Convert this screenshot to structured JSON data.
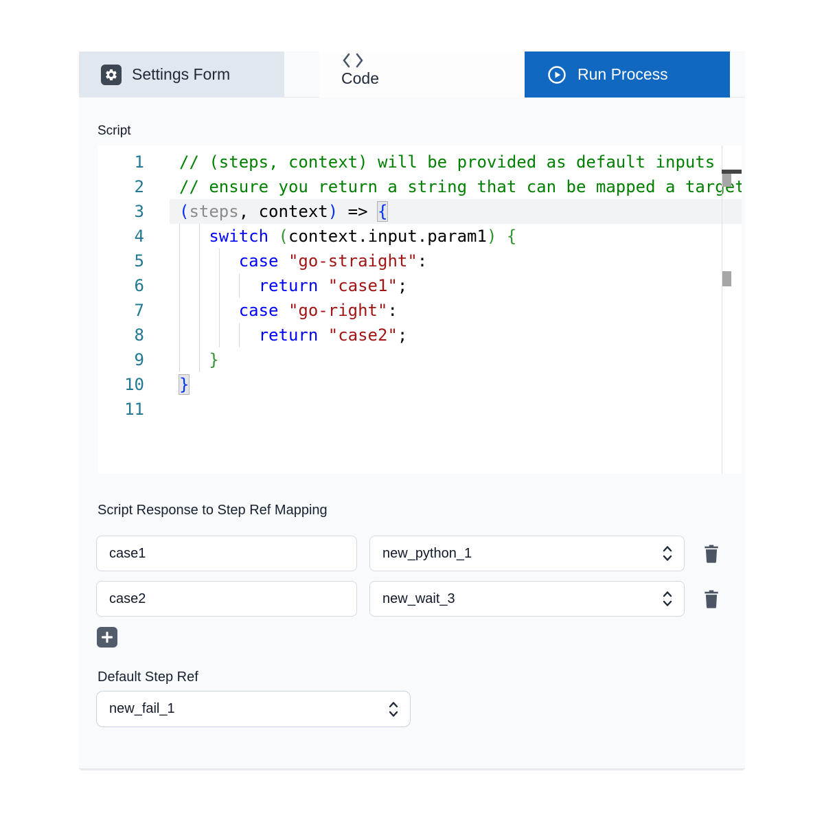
{
  "tabs": {
    "items": [
      {
        "label": "Settings Form",
        "icon": "gear-icon",
        "active": false
      },
      {
        "label": "Code",
        "icon": "code-icon",
        "active": false
      },
      {
        "label": "Run Process",
        "icon": "play-icon",
        "active": true
      }
    ]
  },
  "script_editor": {
    "label": "Script",
    "active_line": "3",
    "lines": [
      {
        "n": "1",
        "guides": 0,
        "tokens": [
          {
            "c": "cmt",
            "t": "// (steps, context) will be provided as default inputs"
          }
        ]
      },
      {
        "n": "2",
        "guides": 0,
        "tokens": [
          {
            "c": "cmt",
            "t": "// ensure you return a string that can be mapped a target"
          }
        ]
      },
      {
        "n": "3",
        "guides": 0,
        "tokens": [
          {
            "c": "b1",
            "t": "("
          },
          {
            "c": "dim",
            "t": "steps"
          },
          {
            "c": "pln",
            "t": ", context"
          },
          {
            "c": "b1",
            "t": ")"
          },
          {
            "c": "pln",
            "t": " => "
          },
          {
            "c": "b1 match",
            "t": "{"
          }
        ]
      },
      {
        "n": "4",
        "guides": 2,
        "tokens": [
          {
            "c": "pln",
            "t": "   "
          },
          {
            "c": "kw",
            "t": "switch"
          },
          {
            "c": "pln",
            "t": " "
          },
          {
            "c": "b2",
            "t": "("
          },
          {
            "c": "pln",
            "t": "context.input.param1"
          },
          {
            "c": "b2",
            "t": ")"
          },
          {
            "c": "pln",
            "t": " "
          },
          {
            "c": "b2",
            "t": "{"
          }
        ]
      },
      {
        "n": "5",
        "guides": 3,
        "tokens": [
          {
            "c": "pln",
            "t": "      "
          },
          {
            "c": "kw",
            "t": "case"
          },
          {
            "c": "pln",
            "t": " "
          },
          {
            "c": "str",
            "t": "\"go-straight\""
          },
          {
            "c": "pln",
            "t": ":"
          }
        ]
      },
      {
        "n": "6",
        "guides": 4,
        "tokens": [
          {
            "c": "pln",
            "t": "        "
          },
          {
            "c": "kw",
            "t": "return"
          },
          {
            "c": "pln",
            "t": " "
          },
          {
            "c": "str",
            "t": "\"case1\""
          },
          {
            "c": "pln",
            "t": ";"
          }
        ]
      },
      {
        "n": "7",
        "guides": 3,
        "tokens": [
          {
            "c": "pln",
            "t": "      "
          },
          {
            "c": "kw",
            "t": "case"
          },
          {
            "c": "pln",
            "t": " "
          },
          {
            "c": "str",
            "t": "\"go-right\""
          },
          {
            "c": "pln",
            "t": ":"
          }
        ]
      },
      {
        "n": "8",
        "guides": 4,
        "tokens": [
          {
            "c": "pln",
            "t": "        "
          },
          {
            "c": "kw",
            "t": "return"
          },
          {
            "c": "pln",
            "t": " "
          },
          {
            "c": "str",
            "t": "\"case2\""
          },
          {
            "c": "pln",
            "t": ";"
          }
        ]
      },
      {
        "n": "9",
        "guides": 2,
        "tokens": [
          {
            "c": "pln",
            "t": "   "
          },
          {
            "c": "b2",
            "t": "}"
          }
        ]
      },
      {
        "n": "10",
        "guides": 0,
        "tokens": [
          {
            "c": "b1 match",
            "t": "}"
          }
        ]
      },
      {
        "n": "11",
        "guides": 0,
        "tokens": []
      }
    ]
  },
  "mapping": {
    "title": "Script Response to Step Ref Mapping",
    "rows": [
      {
        "response": "case1",
        "step_ref": "new_python_1"
      },
      {
        "response": "case2",
        "step_ref": "new_wait_3"
      }
    ]
  },
  "default_step": {
    "label": "Default Step Ref",
    "value": "new_fail_1"
  },
  "colors": {
    "panel_bg": "#f8fafc",
    "active_tab_blue": "#1168c1",
    "settings_tab_bg": "#e1e7ee",
    "comment": "#008000",
    "keyword": "#0000ff",
    "string": "#a31515",
    "bracket_depth1": "#0431fa",
    "bracket_depth2": "#319331",
    "line_number": "#237893"
  }
}
